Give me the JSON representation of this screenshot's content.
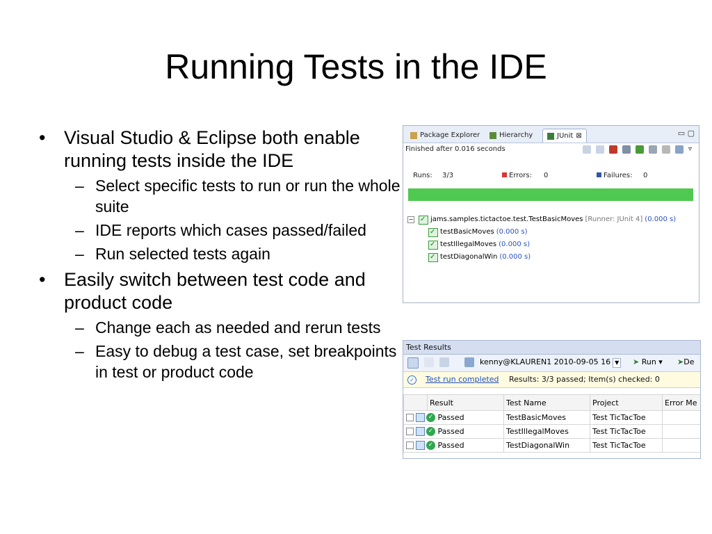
{
  "slide": {
    "title": "Running Tests in the IDE",
    "bullets": [
      {
        "text": "Visual Studio & Eclipse both enable running tests inside the IDE",
        "subs": [
          "Select specific tests to run or run the whole suite",
          "IDE reports which cases passed/failed",
          "Run selected tests again"
        ]
      },
      {
        "text": "Easily switch between test code and product code",
        "subs": [
          "Change each as needed and rerun tests",
          "Easy to debug a test case, set breakpoints in test or product code"
        ]
      }
    ]
  },
  "eclipse": {
    "tabs": [
      "Package Explorer",
      "Hierarchy",
      "JUnit"
    ],
    "tab_close_glyph": "⊠",
    "window_buttons": "▭ ▢",
    "finished_text": "Finished after 0.016 seconds",
    "runs_label": "Runs:",
    "runs_value": "3/3",
    "errors_label": "Errors:",
    "errors_value": "0",
    "failures_label": "Failures:",
    "failures_value": "0",
    "bar_color": "#4fc94f",
    "suite": {
      "name": "jams.samples.tictactoe.test.TestBasicMoves",
      "runner": "[Runner: JUnit 4]",
      "time": "(0.000 s)"
    },
    "tests": [
      {
        "name": "testBasicMoves",
        "time": "(0.000 s)"
      },
      {
        "name": "testIllegalMoves",
        "time": "(0.000 s)"
      },
      {
        "name": "testDiagonalWin",
        "time": "(0.000 s)"
      }
    ]
  },
  "vs": {
    "title": "Test Results",
    "run_selector": "kenny@KLAUREN1 2010-09-05 16",
    "run_label": "Run",
    "debug_label": "De",
    "status_link": "Test run completed",
    "status_rest": "Results: 3/3 passed;  Item(s) checked: 0",
    "columns": [
      "Result",
      "Test Name",
      "Project",
      "Error Me"
    ],
    "rows": [
      {
        "result": "Passed",
        "test": "TestBasicMoves",
        "project": "Test TicTacToe",
        "error": ""
      },
      {
        "result": "Passed",
        "test": "TestIllegalMoves",
        "project": "Test TicTacToe",
        "error": ""
      },
      {
        "result": "Passed",
        "test": "TestDiagonalWin",
        "project": "Test TicTacToe",
        "error": ""
      }
    ]
  }
}
